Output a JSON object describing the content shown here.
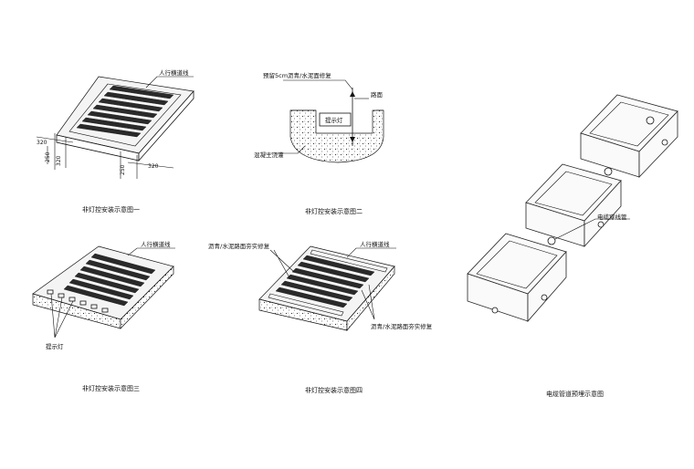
{
  "fig1": {
    "label_crosswalk": "人行横道线",
    "dims": [
      "320",
      "250",
      "320",
      "250",
      "320"
    ],
    "caption": "非灯控安装示意图一"
  },
  "fig2": {
    "label_top": "预留5cm沥青/水泥面修复",
    "label_road": "路面",
    "label_light": "提示灯",
    "label_concrete": "混凝土浇灌",
    "caption": "非灯控安装示意图二"
  },
  "fig3": {
    "label_crosswalk": "人行横道线",
    "label_light": "提示灯",
    "caption": "非灯控安装示意图三"
  },
  "fig4": {
    "label_repair_top": "沥青/水泥路面夯实修复",
    "label_crosswalk": "人行横道线",
    "label_repair_bottom": "沥青/水泥路面夯实修复",
    "caption": "非灯控安装示意图四"
  },
  "fig5": {
    "label_conduit": "电缆穿线管",
    "caption": "电缆管道预埋示意图"
  }
}
